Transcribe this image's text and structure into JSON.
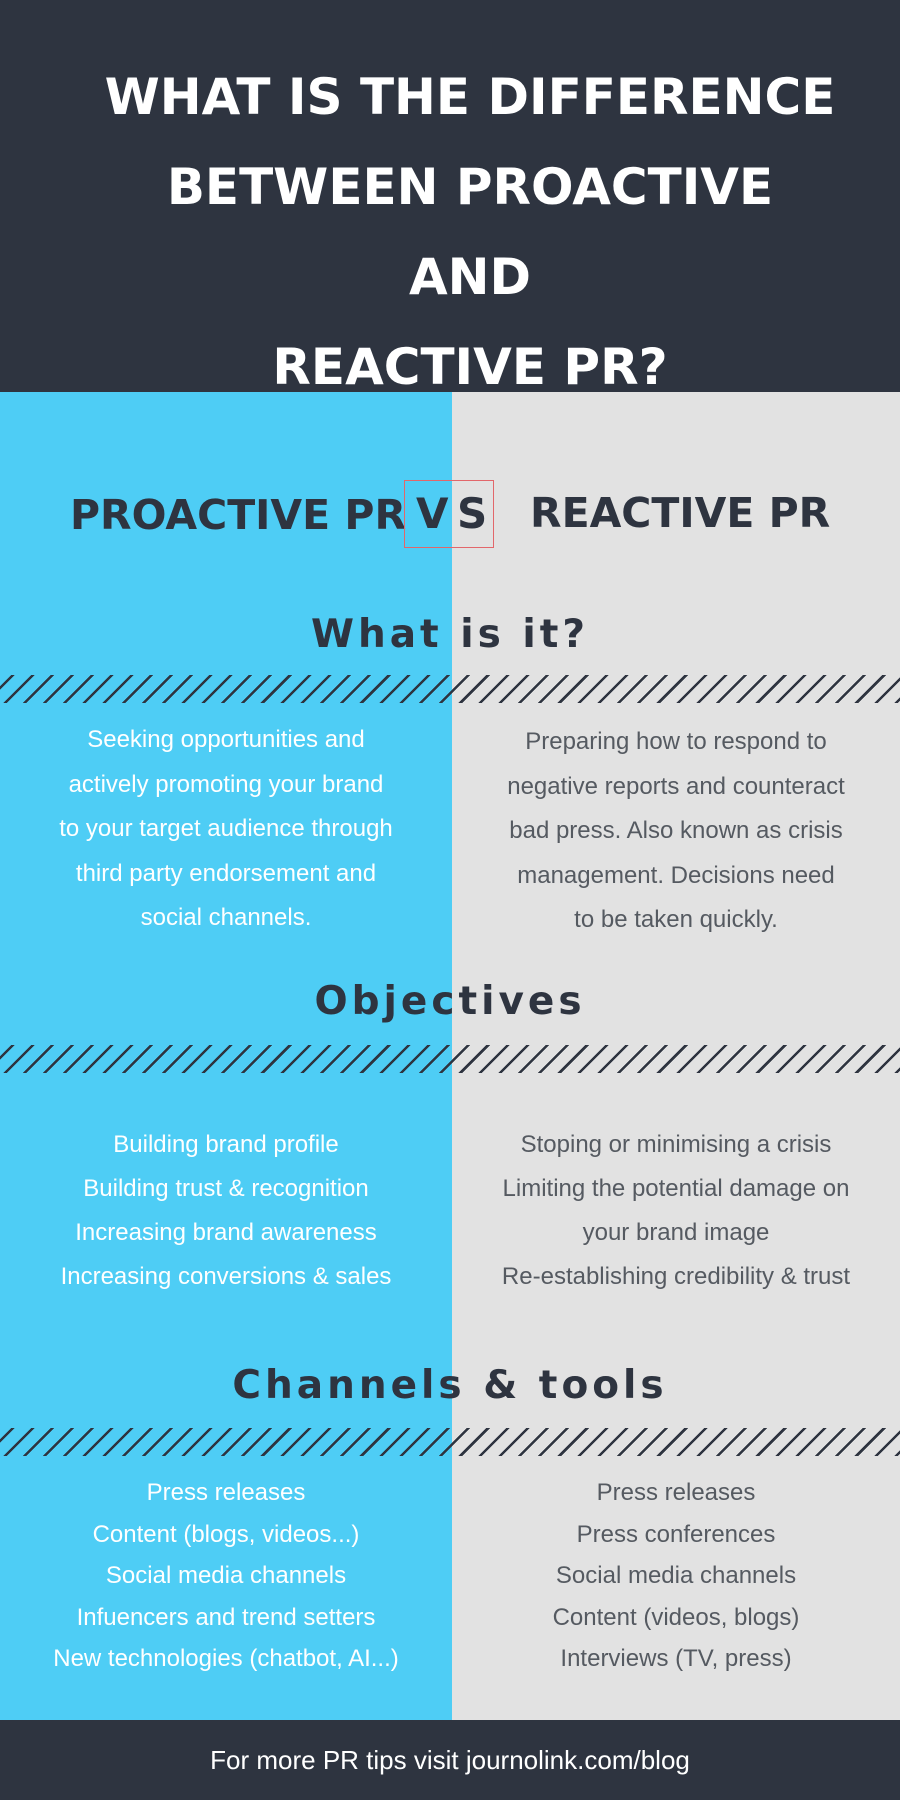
{
  "header": {
    "title_lines": [
      "WHAT IS THE DIFFERENCE",
      "BETWEEN PROACTIVE AND",
      "REACTIVE PR?"
    ]
  },
  "comparison": {
    "left_title": "PROACTIVE PR",
    "vs_v": "V",
    "vs_s": "S",
    "right_title": "REACTIVE PR"
  },
  "sections": {
    "what": {
      "heading": "What is it?",
      "left_lines": [
        "Seeking opportunities and",
        "actively promoting your brand",
        "to your target audience through",
        "third party endorsement and",
        "social channels."
      ],
      "right_lines": [
        "Preparing how to respond to",
        "negative reports and counteract",
        "bad press. Also known as crisis",
        "management. Decisions need",
        "to be taken quickly."
      ]
    },
    "objectives": {
      "heading": "Objectives",
      "left_lines": [
        "Building brand profile",
        "Building trust & recognition",
        "Increasing brand awareness",
        "Increasing conversions & sales"
      ],
      "right_lines": [
        "Stoping or minimising a crisis",
        "Limiting the potential damage on",
        "your brand image",
        "Re-establishing credibility & trust"
      ]
    },
    "channels": {
      "heading": "Channels & tools",
      "left_lines": [
        "Press releases",
        "Content (blogs, videos...)",
        "Social media channels",
        "Infuencers and trend setters",
        "New technologies (chatbot, AI...)"
      ],
      "right_lines": [
        "Press releases",
        "Press conferences",
        "Social media channels",
        "Content (videos, blogs)",
        "Interviews (TV, press)"
      ]
    }
  },
  "footer": {
    "text": "For more PR tips visit journolink.com/blog"
  },
  "colors": {
    "dark": "#2e3440",
    "blue": "#4ecdf5",
    "gray": "#e2e2e2",
    "vs_box": "#e2676b"
  }
}
